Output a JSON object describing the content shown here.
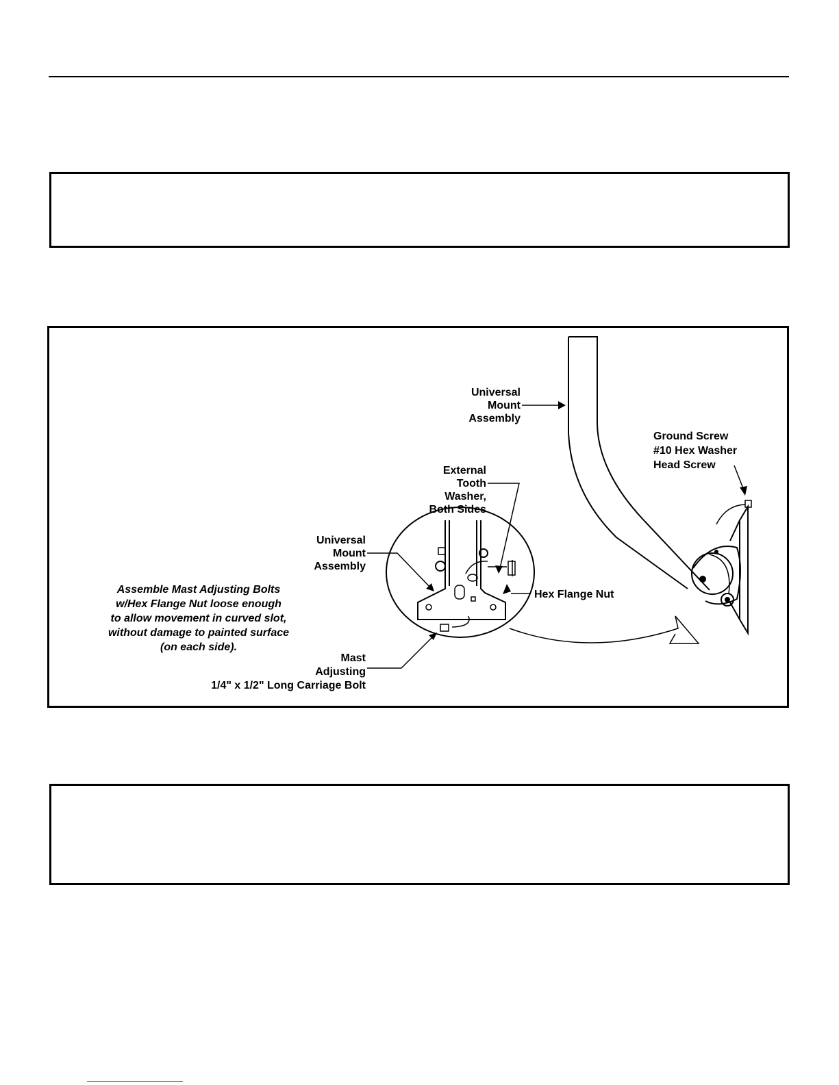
{
  "figure": {
    "labels": {
      "universal_mount_top": [
        "Universal",
        "Mount",
        "Assembly"
      ],
      "ground_screw": [
        "Ground Screw",
        "#10 Hex Washer",
        "Head Screw"
      ],
      "external_tooth": [
        "External",
        "Tooth",
        "Washer,",
        "Both Sides"
      ],
      "universal_mount_left": [
        "Universal",
        "Mount",
        "Assembly"
      ],
      "hex_flange_nut": "Hex Flange Nut",
      "assemble_note": [
        "Assemble Mast Adjusting Bolts",
        "w/Hex Flange Nut loose enough",
        "to allow movement in curved slot,",
        "without damage to painted surface",
        "(on each side)."
      ],
      "mast_adjusting": [
        "Mast",
        "Adjusting",
        "1/4\" x 1/2\" Long Carriage Bolt"
      ]
    }
  }
}
